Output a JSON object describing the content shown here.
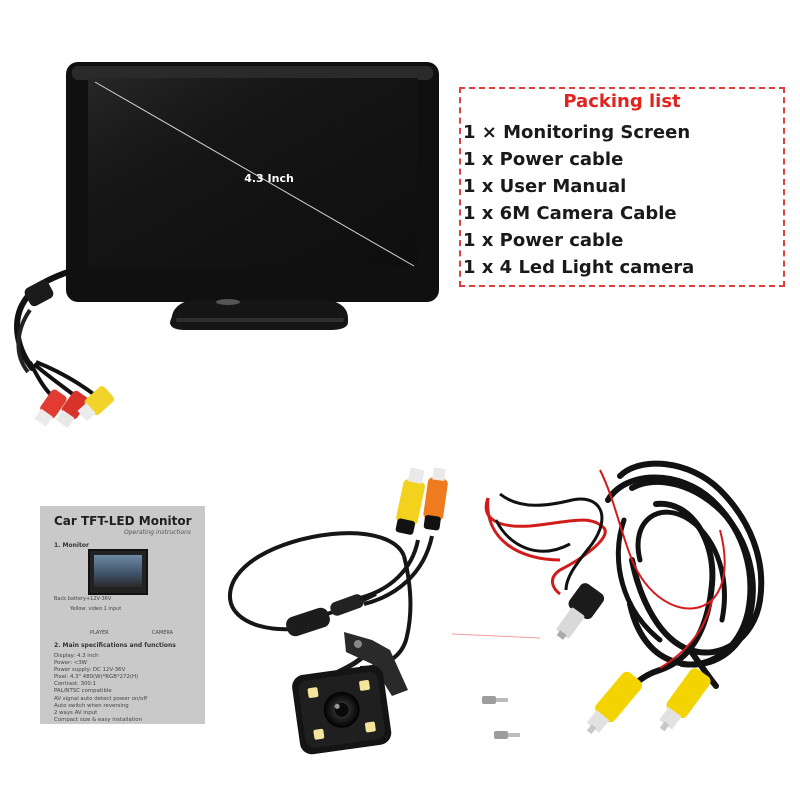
{
  "packing_list": {
    "title": "Packing list",
    "items": [
      "1 × Monitoring Screen",
      "1 x Power cable",
      "1 x User Manual",
      "1 x 6M Camera Cable",
      "1 x Power cable",
      "1 x 4 Led Light camera"
    ]
  },
  "monitor": {
    "size_label": "4.3 Inch"
  },
  "manual": {
    "title": "Car TFT-LED Monitor",
    "subtitle": "Operating instructions",
    "section1": "1. Monitor",
    "section2": "2. Main specifications and functions",
    "player_label": "PLAYER",
    "camera_label": "CAMERA",
    "battery_label": "Back battery+12V-36V",
    "video_label": "Yellow: video 1 input",
    "specs": [
      "Display: 4.3 inch",
      "Power: <3W",
      "Power supply: DC 12V-36V",
      "Pixel: 4.3\" 480(W)*RGB*272(H)",
      "Contrast: 300:1",
      "PAL/NTSC compatible",
      "AV signal auto detect power on/off",
      "Auto switch when reversing",
      "2 ways AV input",
      "Compact size & easy installation"
    ]
  },
  "colors": {
    "packing_border": "#e0403c",
    "packing_title": "#e3231f",
    "rca_yellow": "#f3d400",
    "rca_red": "#e8332a",
    "rca_orange": "#f07a1e",
    "cable_black": "#141414",
    "cable_red": "#d21b1b"
  }
}
